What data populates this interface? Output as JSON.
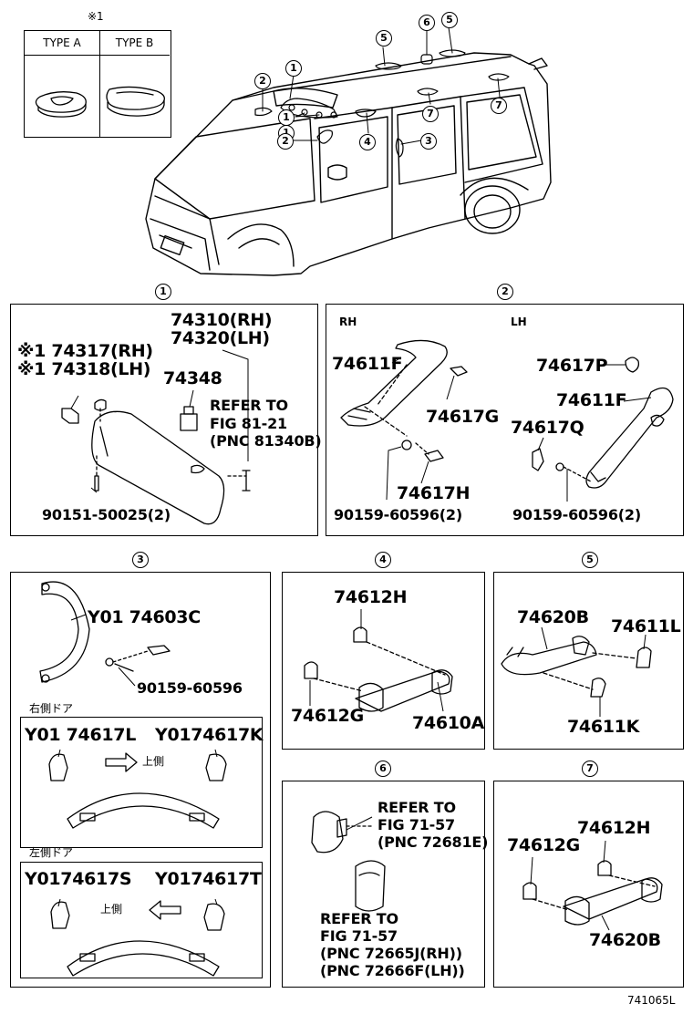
{
  "header": {
    "note_mark": "※1",
    "type_a": "TYPE A",
    "type_b": "TYPE B"
  },
  "overview_callouts": [
    "1",
    "2",
    "1",
    "1",
    "2",
    "5",
    "6",
    "5",
    "4",
    "3",
    "7",
    "7"
  ],
  "panel1": {
    "num": "1",
    "p74310": "74310(RH)",
    "p74320": "74320(LH)",
    "p74317": "※1 74317(RH)",
    "p74318": "※1 74318(LH)",
    "p74348": "74348",
    "refer1": "REFER TO",
    "refer2": "FIG 81-21",
    "refer3": "(PNC 81340B)",
    "screw": "90151-50025(2)"
  },
  "panel2": {
    "num": "2",
    "rh": "RH",
    "lh": "LH",
    "p74611F_a": "74611F",
    "p74617G": "74617G",
    "p74617H": "74617H",
    "screw_a": "90159-60596(2)",
    "p74617P": "74617P",
    "p74611F_b": "74611F",
    "p74617Q": "74617Q",
    "screw_b": "90159-60596(2)"
  },
  "panel3": {
    "num": "3",
    "p74603C": "Y01 74603C",
    "screw": "90159-60596",
    "right_door": "右側ドア",
    "left_door": "左側ドア",
    "p74617L": "Y01 74617L",
    "p74617K": "Y0174617K",
    "up_r": "上側",
    "p74617S": "Y0174617S",
    "p74617T": "Y0174617T",
    "up_l": "上側"
  },
  "panel4": {
    "num": "4",
    "p74612H": "74612H",
    "p74612G": "74612G",
    "p74610A": "74610A"
  },
  "panel5": {
    "num": "5",
    "p74620B": "74620B",
    "p74611L": "74611L",
    "p74611K": "74611K"
  },
  "panel6": {
    "num": "6",
    "r1a": "REFER TO",
    "r1b": "FIG 71-57",
    "r1c": "(PNC 72681E)",
    "r2a": "REFER TO",
    "r2b": "FIG 71-57",
    "r2c": "(PNC 72665J(RH))",
    "r2d": "(PNC 72666F(LH))"
  },
  "panel7": {
    "num": "7",
    "p74612G": "74612G",
    "p74612H": "74612H",
    "p74620B": "74620B"
  },
  "footer": {
    "code": "741065L"
  }
}
